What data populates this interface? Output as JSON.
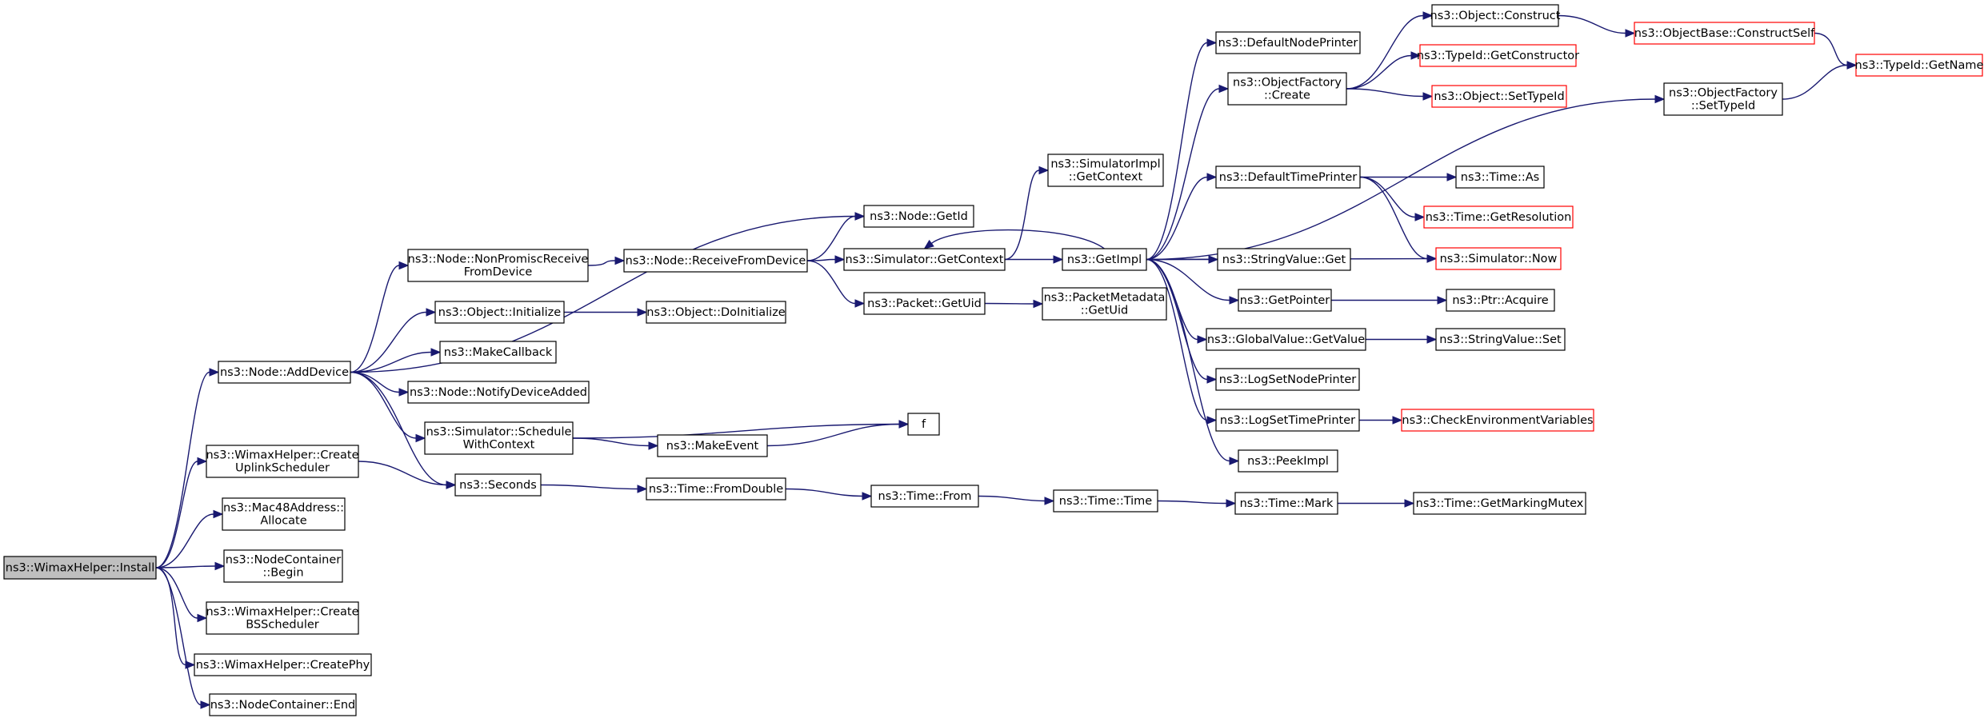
{
  "nodes": [
    {
      "id": "install",
      "lines": [
        "ns3::WimaxHelper::Install"
      ],
      "kind": "root"
    },
    {
      "id": "adddevice",
      "lines": [
        "ns3::Node::AddDevice"
      ]
    },
    {
      "id": "createuplink",
      "lines": [
        "ns3::WimaxHelper::Create",
        "UplinkScheduler"
      ]
    },
    {
      "id": "mac48alloc",
      "lines": [
        "ns3::Mac48Address::",
        "Allocate"
      ]
    },
    {
      "id": "ncbegin",
      "lines": [
        "ns3::NodeContainer",
        "::Begin"
      ]
    },
    {
      "id": "createbs",
      "lines": [
        "ns3::WimaxHelper::Create",
        "BSScheduler"
      ]
    },
    {
      "id": "createphy",
      "lines": [
        "ns3::WimaxHelper::CreatePhy"
      ]
    },
    {
      "id": "ncend",
      "lines": [
        "ns3::NodeContainer::End"
      ]
    },
    {
      "id": "nonpromisc",
      "lines": [
        "ns3::Node::NonPromiscReceive",
        "FromDevice"
      ]
    },
    {
      "id": "objinit",
      "lines": [
        "ns3::Object::Initialize"
      ]
    },
    {
      "id": "makecallback",
      "lines": [
        "ns3::MakeCallback"
      ]
    },
    {
      "id": "notifydevadded",
      "lines": [
        "ns3::Node::NotifyDeviceAdded"
      ]
    },
    {
      "id": "schedctx",
      "lines": [
        "ns3::Simulator::Schedule",
        "WithContext"
      ]
    },
    {
      "id": "seconds",
      "lines": [
        "ns3::Seconds"
      ]
    },
    {
      "id": "recvfromdev",
      "lines": [
        "ns3::Node::ReceiveFromDevice"
      ]
    },
    {
      "id": "objdoinit",
      "lines": [
        "ns3::Object::DoInitialize"
      ]
    },
    {
      "id": "makeevent",
      "lines": [
        "ns3::MakeEvent"
      ]
    },
    {
      "id": "f",
      "lines": [
        "f"
      ]
    },
    {
      "id": "fromdouble",
      "lines": [
        "ns3::Time::FromDouble"
      ]
    },
    {
      "id": "nodegetid",
      "lines": [
        "ns3::Node::GetId"
      ]
    },
    {
      "id": "simgetctx",
      "lines": [
        "ns3::Simulator::GetContext"
      ]
    },
    {
      "id": "pktgetuid",
      "lines": [
        "ns3::Packet::GetUid"
      ]
    },
    {
      "id": "timefrom",
      "lines": [
        "ns3::Time::From"
      ]
    },
    {
      "id": "simimplgetctx",
      "lines": [
        "ns3::SimulatorImpl",
        "::GetContext"
      ]
    },
    {
      "id": "pktmetagetuid",
      "lines": [
        "ns3::PacketMetadata",
        "::GetUid"
      ]
    },
    {
      "id": "getimpl",
      "lines": [
        "ns3::GetImpl"
      ]
    },
    {
      "id": "timetime",
      "lines": [
        "ns3::Time::Time"
      ]
    },
    {
      "id": "defnodeprinter",
      "lines": [
        "ns3::DefaultNodePrinter"
      ]
    },
    {
      "id": "objfactcreate",
      "lines": [
        "ns3::ObjectFactory",
        "::Create"
      ]
    },
    {
      "id": "deftimeprinter",
      "lines": [
        "ns3::DefaultTimePrinter"
      ]
    },
    {
      "id": "strvalget",
      "lines": [
        "ns3::StringValue::Get"
      ]
    },
    {
      "id": "getpointer",
      "lines": [
        "ns3::GetPointer"
      ]
    },
    {
      "id": "globalvalget",
      "lines": [
        "ns3::GlobalValue::GetValue"
      ]
    },
    {
      "id": "logsetnodeprinter",
      "lines": [
        "ns3::LogSetNodePrinter"
      ]
    },
    {
      "id": "logsettimeprinter",
      "lines": [
        "ns3::LogSetTimePrinter"
      ]
    },
    {
      "id": "peekimpl",
      "lines": [
        "ns3::PeekImpl"
      ]
    },
    {
      "id": "timemark",
      "lines": [
        "ns3::Time::Mark"
      ]
    },
    {
      "id": "objconstruct",
      "lines": [
        "ns3::Object::Construct"
      ]
    },
    {
      "id": "typeidgetctor",
      "lines": [
        "ns3::TypeId::GetConstructor"
      ],
      "kind": "trunc"
    },
    {
      "id": "objsettypeid",
      "lines": [
        "ns3::Object::SetTypeId"
      ],
      "kind": "trunc"
    },
    {
      "id": "timeas",
      "lines": [
        "ns3::Time::As"
      ]
    },
    {
      "id": "timegetres",
      "lines": [
        "ns3::Time::GetResolution"
      ],
      "kind": "trunc"
    },
    {
      "id": "simnow",
      "lines": [
        "ns3::Simulator::Now"
      ],
      "kind": "trunc"
    },
    {
      "id": "ptracquire",
      "lines": [
        "ns3::Ptr::Acquire"
      ]
    },
    {
      "id": "strvalset",
      "lines": [
        "ns3::StringValue::Set"
      ]
    },
    {
      "id": "checkenv",
      "lines": [
        "ns3::CheckEnvironmentVariables"
      ],
      "kind": "trunc"
    },
    {
      "id": "timegetmutex",
      "lines": [
        "ns3::Time::GetMarkingMutex"
      ]
    },
    {
      "id": "objbaseconstruct",
      "lines": [
        "ns3::ObjectBase::ConstructSelf"
      ],
      "kind": "trunc"
    },
    {
      "id": "objfactsettypeid",
      "lines": [
        "ns3::ObjectFactory",
        "::SetTypeId"
      ]
    },
    {
      "id": "typeidgetname",
      "lines": [
        "ns3::TypeId::GetName"
      ],
      "kind": "trunc"
    }
  ],
  "edges": [
    [
      "install",
      "adddevice"
    ],
    [
      "install",
      "createuplink"
    ],
    [
      "install",
      "mac48alloc"
    ],
    [
      "install",
      "ncbegin"
    ],
    [
      "install",
      "createbs"
    ],
    [
      "install",
      "createphy"
    ],
    [
      "install",
      "ncend"
    ],
    [
      "adddevice",
      "nodegetid"
    ],
    [
      "adddevice",
      "nonpromisc"
    ],
    [
      "adddevice",
      "objinit"
    ],
    [
      "adddevice",
      "makecallback"
    ],
    [
      "adddevice",
      "notifydevadded"
    ],
    [
      "adddevice",
      "schedctx"
    ],
    [
      "adddevice",
      "seconds"
    ],
    [
      "createuplink",
      "seconds"
    ],
    [
      "nonpromisc",
      "recvfromdev"
    ],
    [
      "objinit",
      "objdoinit"
    ],
    [
      "schedctx",
      "makeevent"
    ],
    [
      "schedctx",
      "f"
    ],
    [
      "makeevent",
      "f"
    ],
    [
      "seconds",
      "fromdouble"
    ],
    [
      "recvfromdev",
      "nodegetid"
    ],
    [
      "recvfromdev",
      "simgetctx"
    ],
    [
      "recvfromdev",
      "pktgetuid"
    ],
    [
      "fromdouble",
      "timefrom"
    ],
    [
      "timefrom",
      "timetime"
    ],
    [
      "timetime",
      "timemark"
    ],
    [
      "timemark",
      "timegetmutex"
    ],
    [
      "simgetctx",
      "simimplgetctx"
    ],
    [
      "simgetctx",
      "getimpl"
    ],
    [
      "pktgetuid",
      "pktmetagetuid"
    ],
    [
      "getimpl",
      "simgetctx"
    ],
    [
      "getimpl",
      "defnodeprinter"
    ],
    [
      "getimpl",
      "objfactcreate"
    ],
    [
      "getimpl",
      "objfactsettypeid"
    ],
    [
      "getimpl",
      "deftimeprinter"
    ],
    [
      "getimpl",
      "simnow"
    ],
    [
      "getimpl",
      "strvalget"
    ],
    [
      "getimpl",
      "getpointer"
    ],
    [
      "getimpl",
      "globalvalget"
    ],
    [
      "getimpl",
      "logsetnodeprinter"
    ],
    [
      "getimpl",
      "logsettimeprinter"
    ],
    [
      "getimpl",
      "peekimpl"
    ],
    [
      "objfactcreate",
      "objconstruct"
    ],
    [
      "objfactcreate",
      "typeidgetctor"
    ],
    [
      "objfactcreate",
      "objsettypeid"
    ],
    [
      "objconstruct",
      "objbaseconstruct"
    ],
    [
      "objbaseconstruct",
      "typeidgetname"
    ],
    [
      "objfactsettypeid",
      "typeidgetname"
    ],
    [
      "deftimeprinter",
      "timeas"
    ],
    [
      "deftimeprinter",
      "timegetres"
    ],
    [
      "deftimeprinter",
      "simnow"
    ],
    [
      "getpointer",
      "ptracquire"
    ],
    [
      "globalvalget",
      "strvalset"
    ],
    [
      "logsettimeprinter",
      "checkenv"
    ]
  ]
}
